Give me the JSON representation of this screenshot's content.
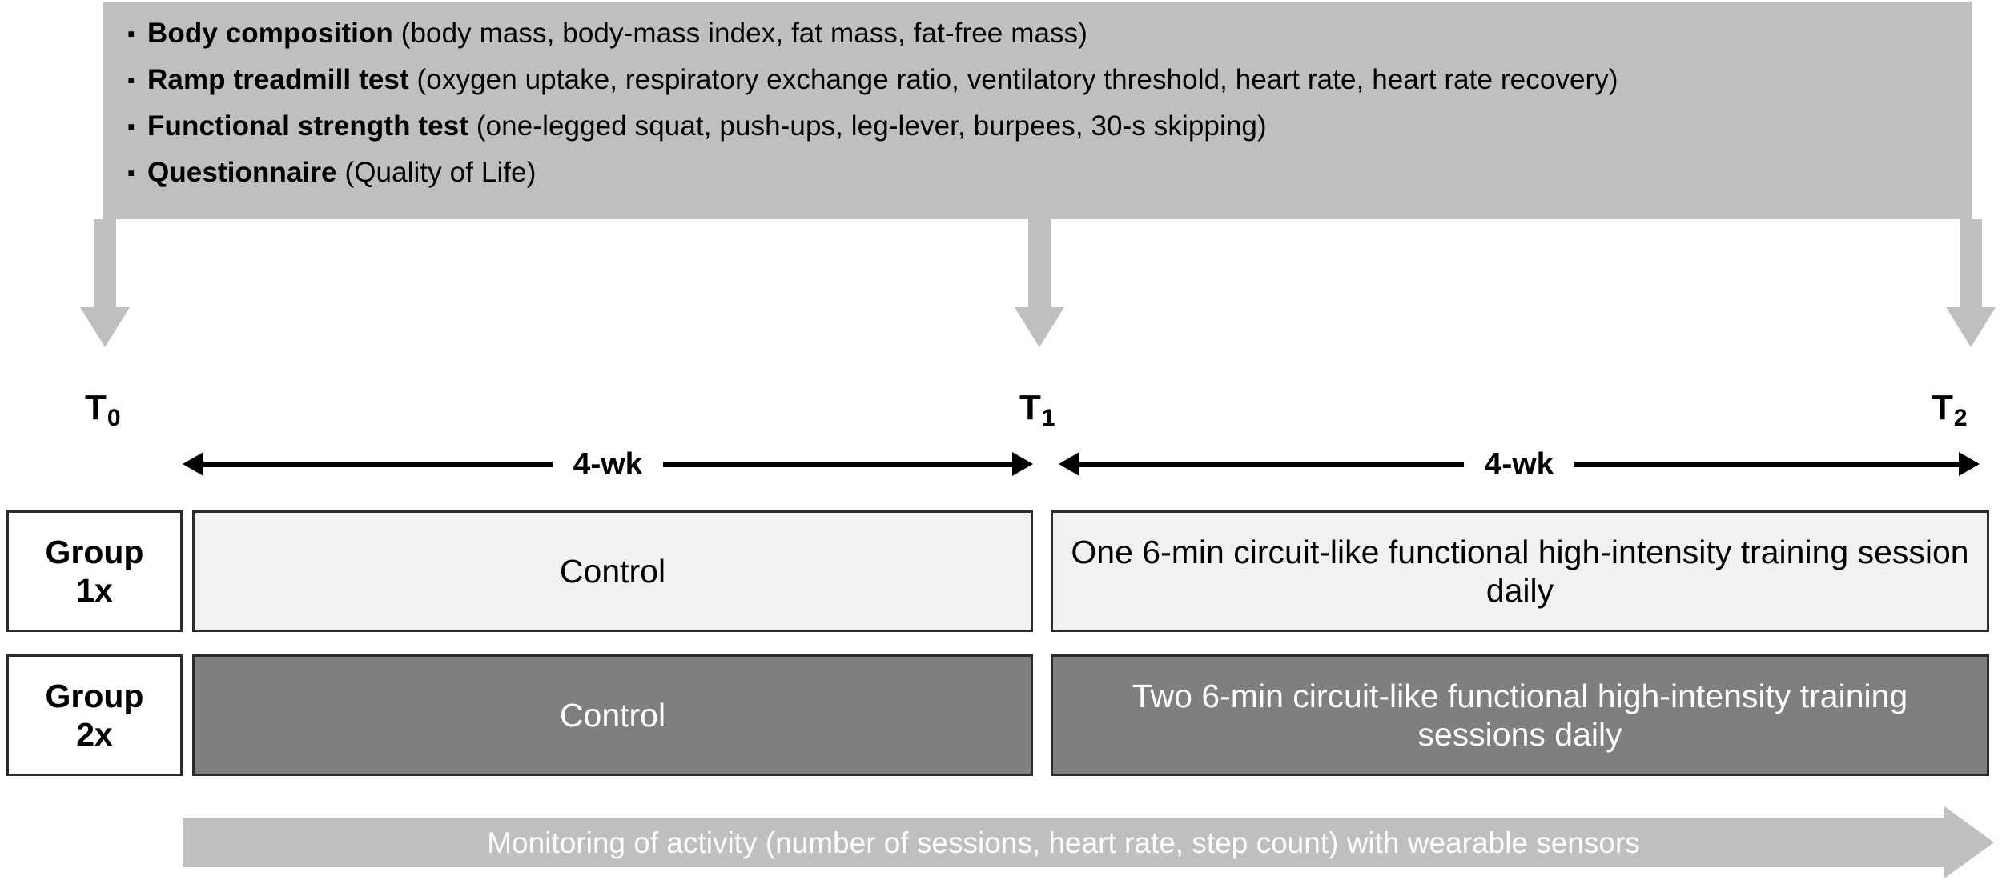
{
  "figure": {
    "type": "study-design-timeline",
    "assessment_banner": {
      "bullets": [
        {
          "title": "Body composition",
          "detail": "(body mass, body-mass index, fat mass, fat-free mass)"
        },
        {
          "title": "Ramp treadmill test",
          "detail": "(oxygen uptake, respiratory exchange ratio, ventilatory threshold, heart rate, heart rate recovery)"
        },
        {
          "title": "Functional strength test",
          "detail": "(one-legged squat, push-ups, leg-lever, burpees, 30-s skipping)"
        },
        {
          "title": "Questionnaire",
          "detail": "(Quality of Life)"
        }
      ],
      "bullet_glyph": "▪",
      "background_color": "#bfbfbf"
    },
    "timepoints": [
      {
        "id": "t0",
        "label": "T",
        "subscript": "0"
      },
      {
        "id": "t1",
        "label": "T",
        "subscript": "1"
      },
      {
        "id": "t2",
        "label": "T",
        "subscript": "2"
      }
    ],
    "periods": [
      {
        "id": "period-1",
        "label": "4-wk"
      },
      {
        "id": "period-2",
        "label": "4-wk"
      }
    ],
    "groups": [
      {
        "id": "group-1x",
        "tag_line1": "Group",
        "tag_line2": "1x",
        "phase1": "Control",
        "phase2": "One 6-min circuit-like functional high-intensity training session daily",
        "shade": "light",
        "fill_color": "#f1f1f1",
        "text_color": "#000000"
      },
      {
        "id": "group-2x",
        "tag_line1": "Group",
        "tag_line2": "2x",
        "phase1": "Control",
        "phase2": "Two 6-min circuit-like functional high-intensity training sessions daily",
        "shade": "dark",
        "fill_color": "#7f7f7f",
        "text_color": "#ffffff"
      }
    ],
    "monitoring": {
      "text": "Monitoring of activity (number of sessions, heart rate, step count) with wearable sensors",
      "color": "#bfbfbf",
      "text_color": "#ffffff"
    }
  }
}
